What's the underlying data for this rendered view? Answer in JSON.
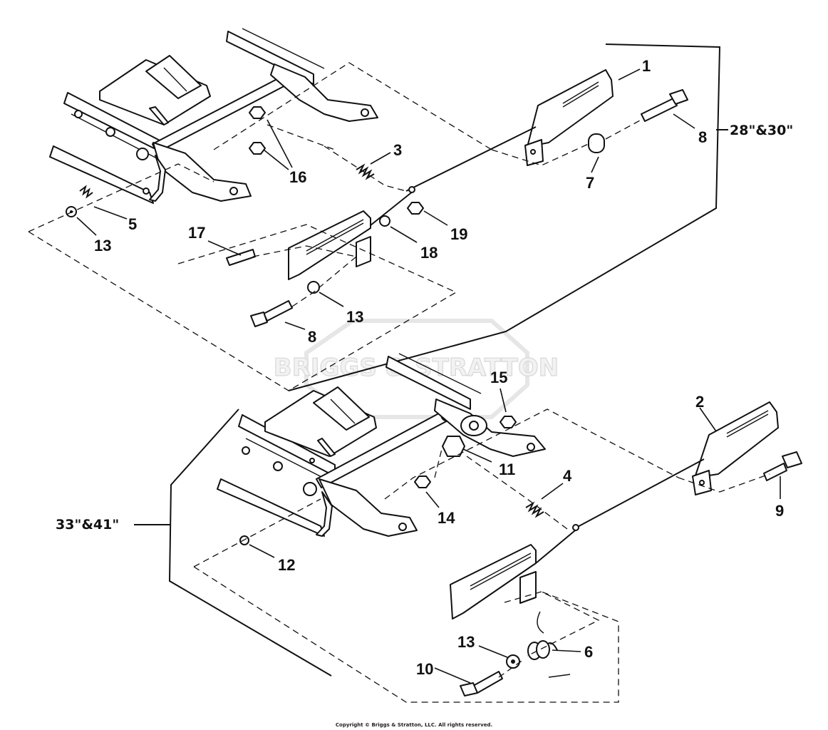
{
  "diagram": {
    "group_labels": {
      "upper": "28\"&30\"",
      "lower": "33\"&41\""
    },
    "callouts": {
      "c1": "1",
      "c2": "2",
      "c3": "3",
      "c4": "4",
      "c5": "5",
      "c6": "6",
      "c7": "7",
      "c8a": "8",
      "c8b": "8",
      "c9": "9",
      "c10": "10",
      "c11": "11",
      "c12": "12",
      "c13a": "13",
      "c13b": "13",
      "c13c": "13",
      "c14": "14",
      "c15": "15",
      "c16": "16",
      "c17": "17",
      "c18": "18",
      "c19": "19"
    },
    "watermark": "BRIGGS & STRATTON",
    "copyright": "Copyright © Briggs & Stratton, LLC. All rights reserved."
  }
}
